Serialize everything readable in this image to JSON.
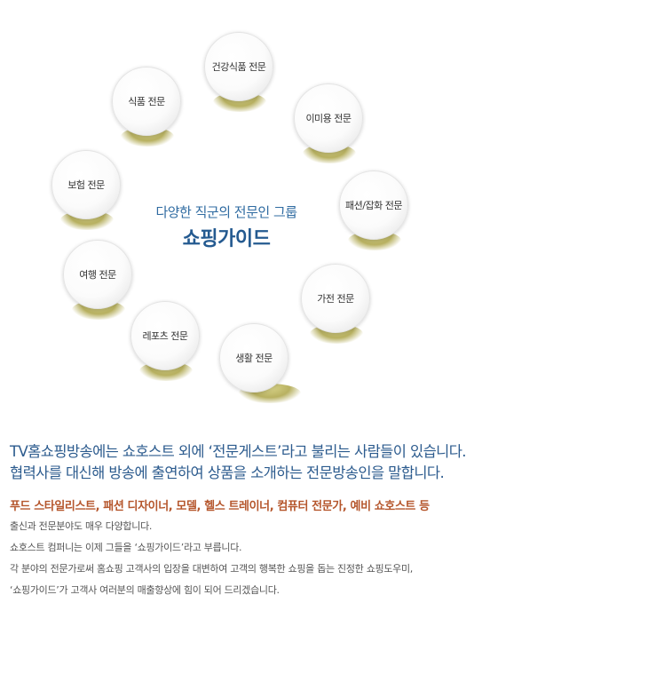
{
  "bubbles": [
    {
      "label": "건강식품 전문"
    },
    {
      "label": "식품 전문"
    },
    {
      "label": "이미용 전문"
    },
    {
      "label": "보험 전문"
    },
    {
      "label": "패션/잡화 전문"
    },
    {
      "label": "여행 전문"
    },
    {
      "label": "가전 전문"
    },
    {
      "label": "레포츠 전문"
    },
    {
      "label": "생활 전문"
    }
  ],
  "center": {
    "title": "다양한 직군의 전문인 그룹",
    "subtitle": "쇼핑가이드"
  },
  "text": {
    "lead_1": "TV홈쇼핑방송에는 쇼호스트 외에 ‘전문게스트’라고 불리는 사람들이 있습니다.",
    "lead_2": "협력사를 대신해 방송에 출연하여 상품을 소개하는 전문방송인을 말합니다.",
    "highlight": "푸드 스타일리스트, 패션 디자이너, 모델, 헬스 트레이너, 컴퓨터 전문가, 예비 쇼호스트 등",
    "lines": [
      "출신과 전문분야도 매우 다양합니다.",
      "쇼호스트 컴퍼니는 이제 그들을 ‘쇼핑가이드’라고 부릅니다.",
      "각 분야의 전문가로써 홈쇼핑 고객사의 입장을 대변하여 고객의 행복한 쇼핑을 돕는 진정한 쇼핑도우미,",
      "‘쇼핑가이드’가 고객사 여러분의 매출향상에 힘이 되어 드리겠습니다."
    ]
  }
}
